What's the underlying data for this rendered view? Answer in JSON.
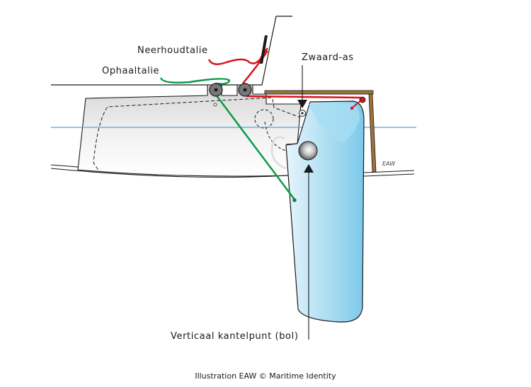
{
  "labels": {
    "neerhoudtalie": "Neerhoudtalie",
    "ophaaltalie": "Ophaaltalie",
    "zwaard_as": "Zwaard-as",
    "kantelpunt": "Verticaal kantelpunt (bol)"
  },
  "credit": "Illustration EAW © Maritime Identity",
  "signature": "EAW",
  "colors": {
    "neerhoudtalie_line": "#d6141c",
    "ophaaltalie_line": "#0a9a48",
    "waterline": "#3aaee0",
    "zwaard_fill": "#8fd2ee",
    "deck_beam": "#a0703c",
    "outline": "#1a1a1a"
  }
}
